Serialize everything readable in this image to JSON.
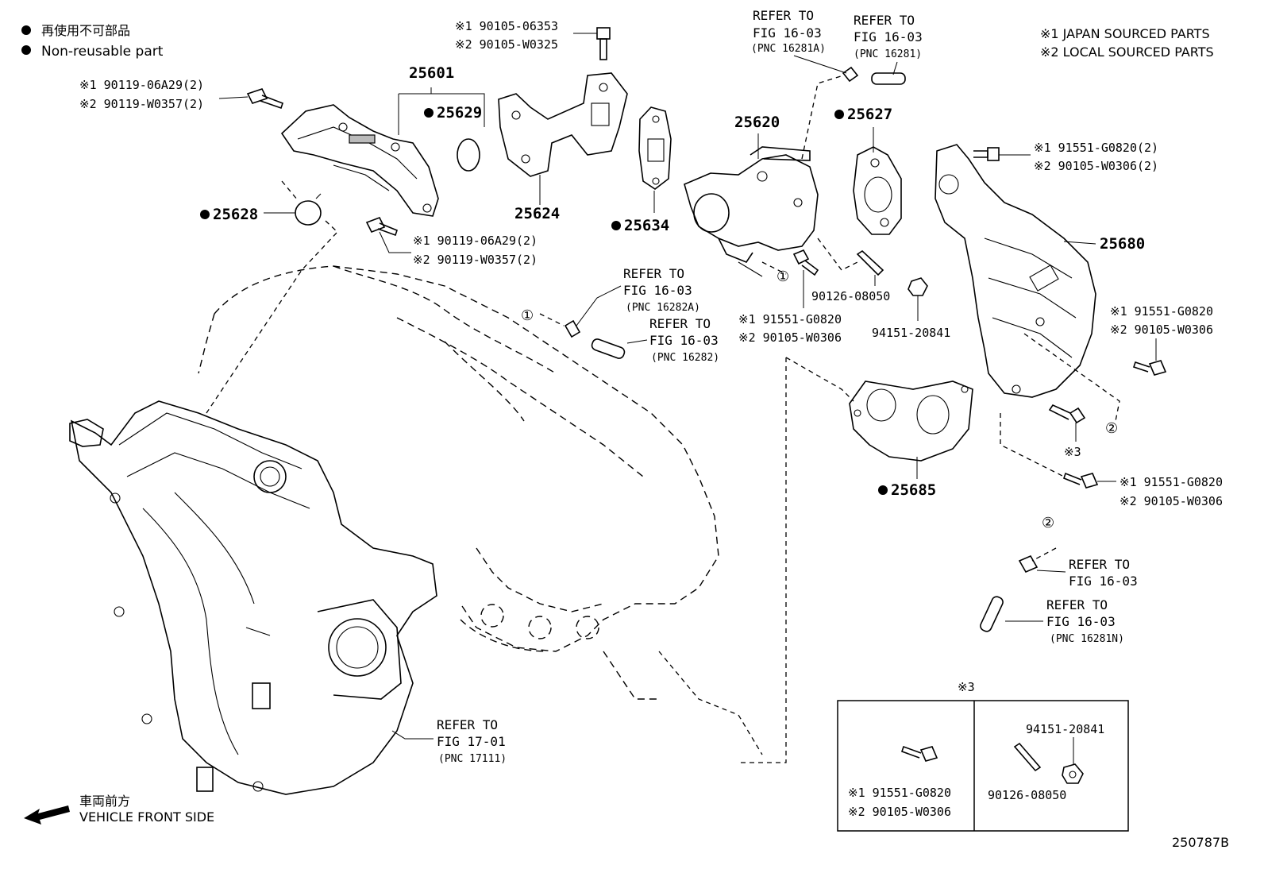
{
  "legend": {
    "jp": "再使用不可部品",
    "en": "Non-reusable part",
    "src1": "※1 JAPAN SOURCED PARTS",
    "src2": "※2 LOCAL SOURCED PARTS"
  },
  "parts": {
    "p25601": "25601",
    "p25629": "25629",
    "p25628": "25628",
    "p25624": "25624",
    "p25634": "25634",
    "p25620": "25620",
    "p25627": "25627",
    "p25680": "25680",
    "p25685": "25685"
  },
  "bolts": {
    "b1a": "※1 90119-06A29(2)",
    "b1b": "※2 90119-W0357(2)",
    "b2a": "※1 90105-06353",
    "b2b": "※2 90105-W0325",
    "b3a": "※1 90119-06A29(2)",
    "b3b": "※2 90119-W0357(2)",
    "b4a": "※1 91551-G0820",
    "b4b": "※2 90105-W0306",
    "b5": "90126-08050",
    "b6": "94151-20841",
    "b7a": "※1 91551-G0820(2)",
    "b7b": "※2 90105-W0306(2)",
    "b8a": "※1 91551-G0820",
    "b8b": "※2 90105-W0306",
    "b9a": "※1 91551-G0820",
    "b9b": "※2 90105-W0306",
    "star3": "※3"
  },
  "refs": {
    "r1a": "REFER TO",
    "r1b": "FIG 16-03",
    "r1c": "(PNC 16281A)",
    "r2a": "REFER TO",
    "r2b": "FIG 16-03",
    "r2c": "(PNC 16281)",
    "r3a": "REFER TO",
    "r3b": "FIG 16-03",
    "r3c": "(PNC 16282A)",
    "r4a": "REFER TO",
    "r4b": "FIG 16-03",
    "r4c": "(PNC 16282)",
    "r5a": "REFER TO",
    "r5b": "FIG 16-03",
    "r6a": "REFER TO",
    "r6b": "FIG 16-03",
    "r6c": "(PNC 16281N)",
    "r7a": "REFER TO",
    "r7b": "FIG 17-01",
    "r7c": "(PNC 17111)"
  },
  "callouts": {
    "c1": "①",
    "c2": "②"
  },
  "inset": {
    "title": "※3",
    "l1": "※1 91551-G0820",
    "l2": "※2 90105-W0306",
    "r1": "94151-20841",
    "r2": "90126-08050"
  },
  "front": {
    "jp": "車両前方",
    "en": "VEHICLE FRONT SIDE"
  },
  "figure_id": "250787B"
}
